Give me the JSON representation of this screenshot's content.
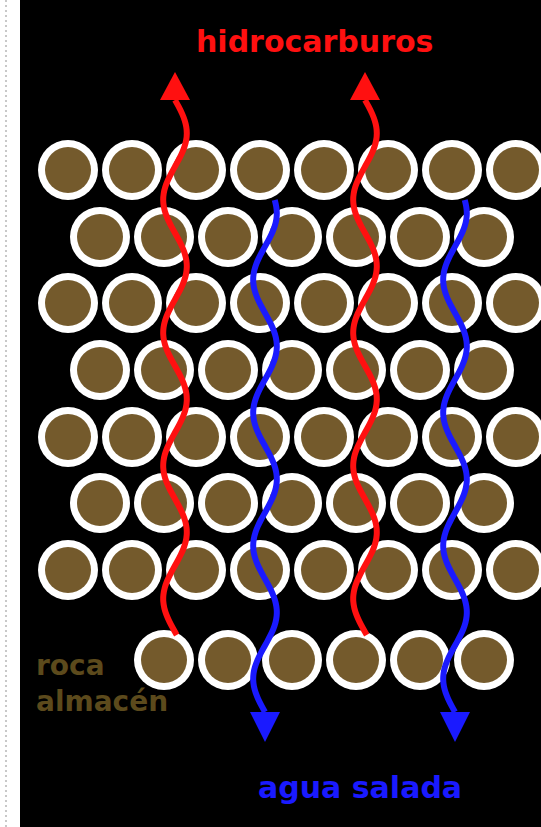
{
  "diagram": {
    "labels": [
      "hidrocarburos",
      "roca almacén",
      "agua salada"
    ]
  }
}
